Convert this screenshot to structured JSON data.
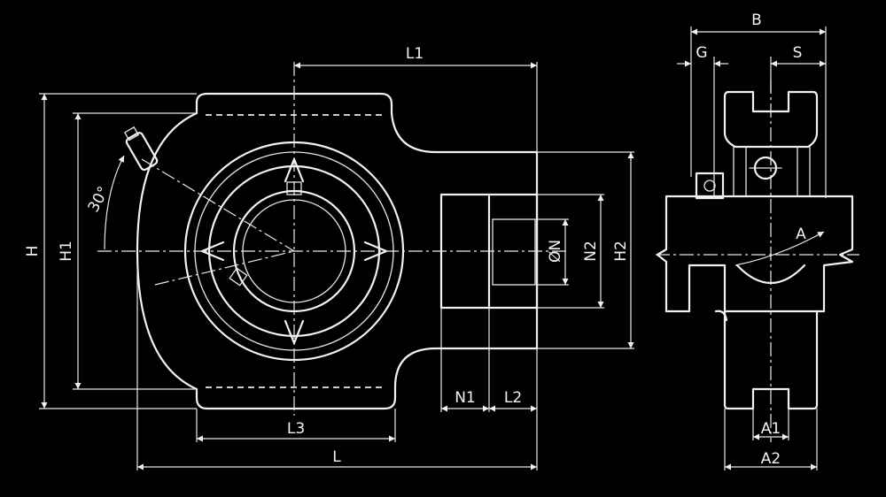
{
  "dimensions": {
    "L1": "L1",
    "L": "L",
    "L2": "L2",
    "L3": "L3",
    "N1": "N1",
    "N": "ØN",
    "N2": "N2",
    "H": "H",
    "H1": "H1",
    "H2": "H2",
    "A": "A",
    "A1": "A1",
    "A2": "A2",
    "B": "B",
    "G": "G",
    "S": "S",
    "angle": "30°"
  }
}
